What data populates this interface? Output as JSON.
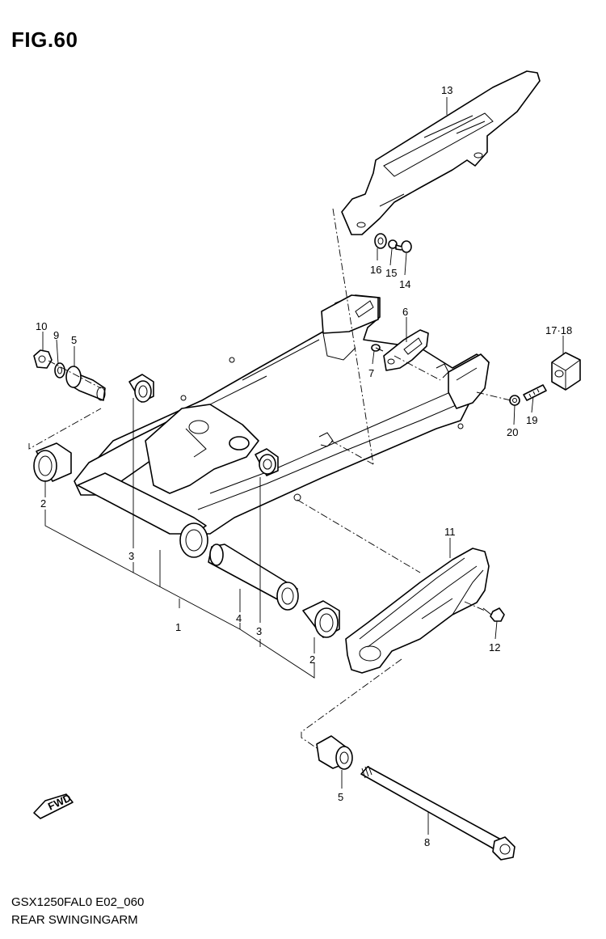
{
  "header": {
    "figure_title": "FIG.60"
  },
  "footer": {
    "model_code": "GSX1250FAL0 E02_060",
    "section_name": "REAR SWINGINGARM"
  },
  "fwd_badge": {
    "label": "FWD"
  },
  "callouts": {
    "c1": "1",
    "c2a": "2",
    "c2b": "2",
    "c3a": "3",
    "c3b": "3",
    "c4": "4",
    "c5a": "5",
    "c5b": "5",
    "c6": "6",
    "c7": "7",
    "c8": "8",
    "c9": "9",
    "c10": "10",
    "c11": "11",
    "c12": "12",
    "c13": "13",
    "c14": "14",
    "c15": "15",
    "c16": "16",
    "c1718": "17·18",
    "c19": "19",
    "c20": "20"
  }
}
